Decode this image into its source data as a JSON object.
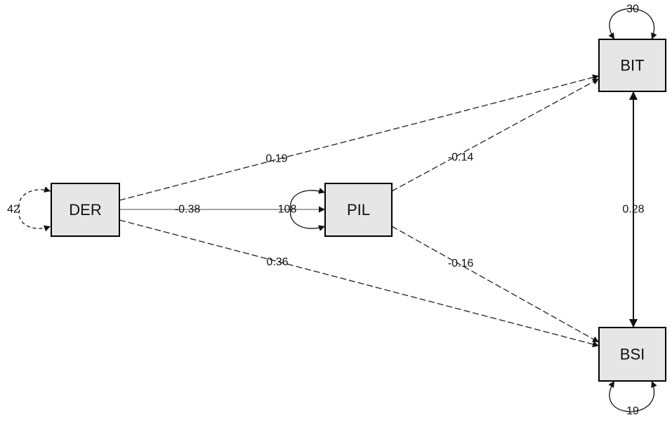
{
  "diagram": {
    "nodes": [
      {
        "id": "DER",
        "label": "DER"
      },
      {
        "id": "PIL",
        "label": "PIL"
      },
      {
        "id": "BIT",
        "label": "BIT"
      },
      {
        "id": "BSI",
        "label": "BSI"
      }
    ],
    "paths": [
      {
        "from": "DER",
        "to": "BIT",
        "coef": "0.19",
        "style": "dashed"
      },
      {
        "from": "DER",
        "to": "PIL",
        "coef": "-0.38",
        "style": "solid"
      },
      {
        "from": "DER",
        "to": "BSI",
        "coef": "0.36",
        "style": "dashed"
      },
      {
        "from": "PIL",
        "to": "BIT",
        "coef": "-0.14",
        "style": "dashed"
      },
      {
        "from": "PIL",
        "to": "BSI",
        "coef": "-0.16",
        "style": "dashed"
      },
      {
        "from": "BIT",
        "to": "BSI",
        "coef": "0.28",
        "style": "bidirectional"
      }
    ],
    "variances": [
      {
        "node": "DER",
        "value": "42",
        "style": "dashed"
      },
      {
        "node": "PIL",
        "value": "108",
        "style": "solid"
      },
      {
        "node": "BIT",
        "value": "30",
        "style": "solid"
      },
      {
        "node": "BSI",
        "value": "19",
        "style": "solid"
      }
    ]
  }
}
